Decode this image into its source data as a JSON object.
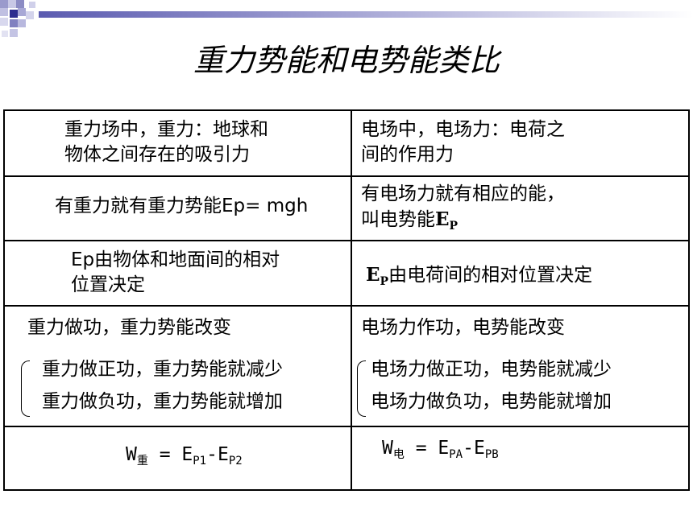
{
  "title": "重力势能和电势能类比",
  "rows": {
    "r1": {
      "left_l1": "重力场中，重力：地球和",
      "left_l2": "物体之间存在的吸引力",
      "right_l1": "电场中，电场力：电荷之",
      "right_l2": "间的作用力"
    },
    "r2": {
      "left": "有重力就有重力势能Ep= mgh",
      "right_l1": "有电场力就有相应的能，",
      "right_l2_text": "叫电势能",
      "right_l2_E": "E",
      "right_l2_sub": "P"
    },
    "r3": {
      "left_l1": "Ep由物体和地面间的相对",
      "left_l2": "位置决定",
      "right_E": "E",
      "right_sub": "P",
      "right_text": "由电荷间的相对位置决定"
    },
    "r4": {
      "left_head": "重力做功，重力势能改变",
      "left_pos": "重力做正功，重力势能就减少",
      "left_neg": "重力做负功，重力势能就增加",
      "right_head": "电场力作功，电势能改变",
      "right_pos": "电场力做正功，电势能就减少",
      "right_neg": "电场力做负功，电势能就增加"
    },
    "r5": {
      "left_W": "W",
      "left_Wsub": "重",
      "left_eq": " = E",
      "left_sub1": "P1",
      "left_minus": "-E",
      "left_sub2": "P2",
      "right_W": "W",
      "right_Wsub": "电",
      "right_eq": " = E",
      "right_sub1": "PA",
      "right_minus": "-E",
      "right_sub2": "PB"
    }
  }
}
